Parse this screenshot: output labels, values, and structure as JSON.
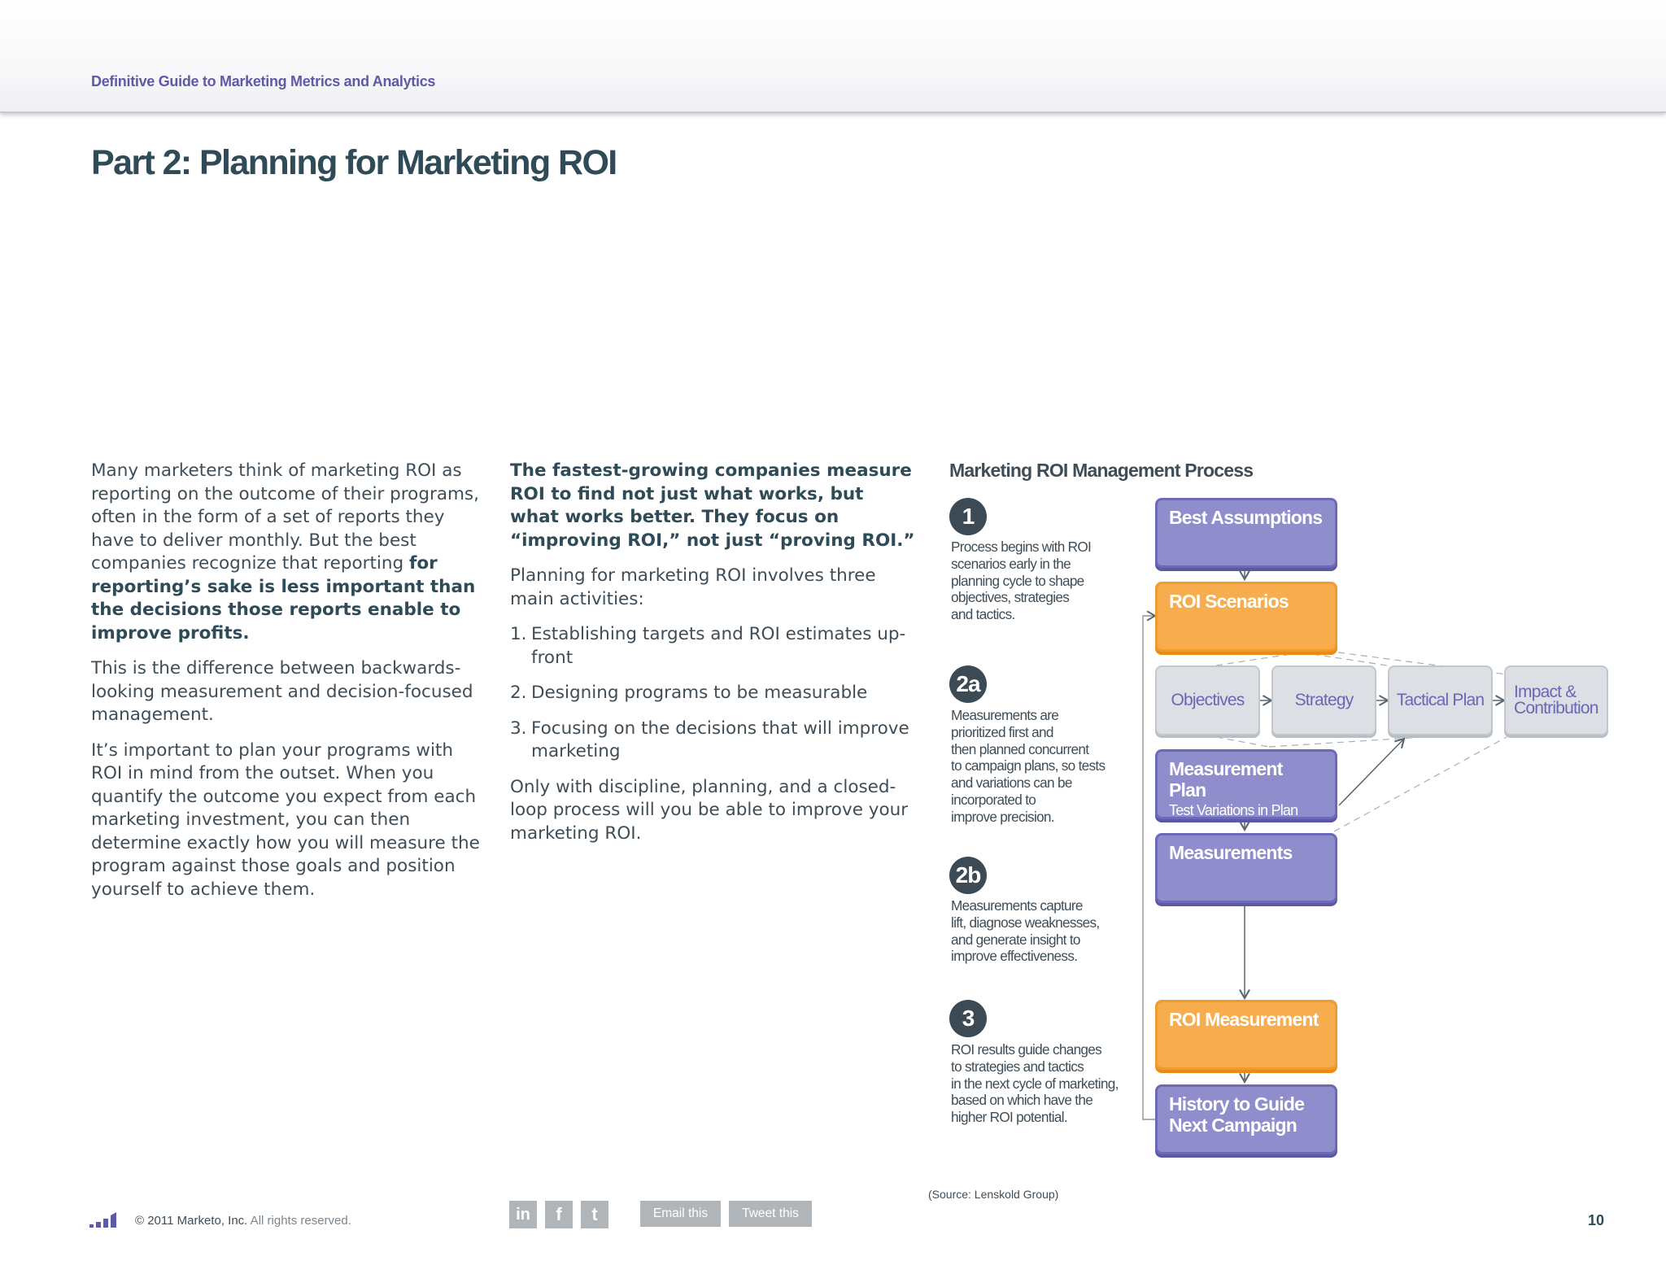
{
  "header": {
    "title": "Definitive Guide to Marketing Metrics and Analytics"
  },
  "page": {
    "title": "Part 2: Planning for Marketing ROI",
    "number": "10"
  },
  "column1": {
    "p1_start": "Many marketers think of marketing ROI as reporting on the outcome of their programs, often in the form of a set of reports they have to deliver monthly. But the best companies recognize that reporting ",
    "p1_bold": "for reporting’s sake is less important than the decisions those reports enable to improve profits.",
    "p2": "This is the difference between backwards-looking measurement and decision-focused management.",
    "p3": "It’s important to plan your programs with ROI in mind from the outset. When you quantify the outcome you expect from each marketing investment, you can then determine exactly how you will measure the program against those goals and position yourself to achieve them."
  },
  "column2": {
    "intro_bold": "The fastest-growing companies measure ROI to find not just what works, but what works better. They focus on “improving ROI,” not just “proving ROI.”",
    "p1": "Planning for marketing ROI involves three main activities:",
    "list": [
      {
        "num": "1.",
        "text": "Establishing targets and ROI estimates up-front"
      },
      {
        "num": "2.",
        "text": "Designing programs to be measurable"
      },
      {
        "num": "3.",
        "text": "Focusing on the decisions that will improve marketing"
      }
    ],
    "p2": "Only with discipline, planning, and a closed-loop process will you be able to improve your marketing ROI."
  },
  "diagram": {
    "title": "Marketing ROI Management Process",
    "steps": [
      {
        "badge": "1",
        "lines": [
          "Process begins with ROI",
          "scenarios early in the",
          "planning cycle to shape",
          "objectives, strategies",
          "and tactics."
        ]
      },
      {
        "badge": "2a",
        "lines": [
          "Measurements are",
          "prioritized first and",
          "then planned concurrent",
          "to campaign plans, so tests",
          "and variations can be",
          "incorporated to",
          "improve precision."
        ]
      },
      {
        "badge": "2b",
        "lines": [
          "Measurements capture",
          "lift, diagnose weaknesses,",
          "and generate insight to",
          "improve effectiveness."
        ]
      },
      {
        "badge": "3",
        "lines": [
          "ROI results guide changes",
          "to strategies and tactics",
          "in the next cycle of marketing,",
          "based on which have the",
          "higher ROI potential."
        ]
      }
    ],
    "boxes": {
      "best_assumptions": "Best Assumptions",
      "roi_scenarios": "ROI Scenarios",
      "objectives": "Objectives",
      "strategy": "Strategy",
      "tactical_plan": "Tactical Plan",
      "impact_line1": "Impact &",
      "impact_line2": "Contribution",
      "measurement_plan": "Measurement Plan",
      "measurement_plan_sub": "Test Variations in Plan",
      "measurements": "Measurements",
      "roi_measurement": "ROI Measurement",
      "history_line1": "History to Guide",
      "history_line2": "Next Campaign"
    },
    "source": "(Source: Lenskold Group)",
    "colors": {
      "purple": "#8f8dcb",
      "orange": "#f7ad4d",
      "grey": "#dcdfe3",
      "badge": "#3b4a54"
    }
  },
  "footer": {
    "copyright": "© 2011 Marketo, Inc.",
    "rights": " All rights reserved.",
    "social_icons": [
      {
        "name": "linkedin-icon",
        "glyph": "in"
      },
      {
        "name": "facebook-icon",
        "glyph": "f"
      },
      {
        "name": "twitter-icon",
        "glyph": "t"
      }
    ],
    "email_label": "Email this",
    "tweet_label": "Tweet this"
  }
}
